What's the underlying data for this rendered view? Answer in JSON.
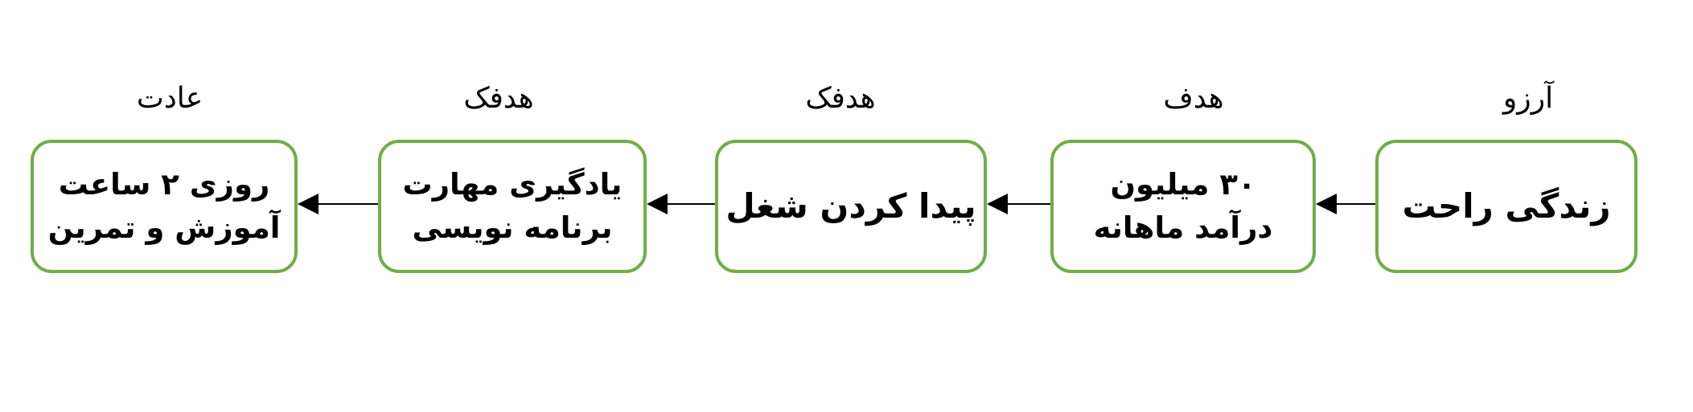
{
  "diagram": {
    "nodes": [
      {
        "id": "comfortable-life",
        "level_label": "آرزو",
        "lines": [
          "زندگی راحت"
        ]
      },
      {
        "id": "monthly-income",
        "level_label": "هدف",
        "lines": [
          "۳۰ میلیون",
          "درآمد ماهانه"
        ]
      },
      {
        "id": "find-job",
        "level_label": "هدفک",
        "lines": [
          "پیدا کردن شغل"
        ]
      },
      {
        "id": "learn-programming",
        "level_label": "هدفک",
        "lines": [
          "یادگیری مهارت",
          "برنامه نویسی"
        ]
      },
      {
        "id": "daily-practice",
        "level_label": "عادت",
        "lines": [
          "روزی ۲ ساعت",
          "آموزش و تمرین"
        ]
      }
    ],
    "edges": [
      {
        "from": "comfortable-life",
        "to": "monthly-income"
      },
      {
        "from": "monthly-income",
        "to": "find-job"
      },
      {
        "from": "find-job",
        "to": "learn-programming"
      },
      {
        "from": "learn-programming",
        "to": "daily-practice"
      }
    ],
    "colors": {
      "box_border": "#70ad47",
      "arrow": "#000000",
      "text": "#000000"
    }
  }
}
